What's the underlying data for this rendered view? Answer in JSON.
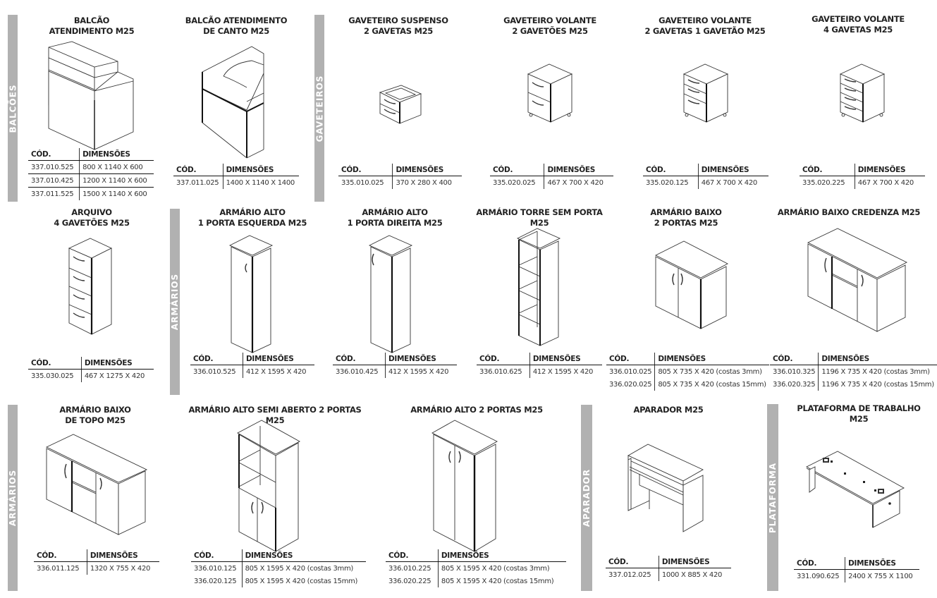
{
  "sections": [
    {
      "label": "BALCÕES"
    },
    {
      "label": "GAVETEIROS"
    },
    {
      "label": "ARMÁRIOS"
    },
    {
      "label": "ARMÁRIOS"
    },
    {
      "label": "APARADOR"
    },
    {
      "label": "PLATAFORMA"
    }
  ],
  "table_headers": {
    "code": "CÓD.",
    "dimensions": "DIMENSÕES"
  },
  "products": [
    {
      "title_l1": "BALCÃO",
      "title_l2": "ATENDIMENTO M25",
      "icon": "reception-counter-icon",
      "rows": [
        {
          "code": "337.010.525",
          "dim": "800 X 1140 X 600"
        },
        {
          "code": "337.010.425",
          "dim": "1200 X 1140 X 600"
        },
        {
          "code": "337.011.525",
          "dim": "1500 X 1140 X 600"
        }
      ]
    },
    {
      "title_l1": "BALCÃO ATENDIMENTO",
      "title_l2": "DE CANTO M25",
      "icon": "corner-reception-counter-icon",
      "rows": [
        {
          "code": "337.011.025",
          "dim": "1400 X 1140 X 1400"
        }
      ]
    },
    {
      "title_l1": "GAVETEIRO SUSPENSO",
      "title_l2": "2 GAVETAS M25",
      "icon": "suspended-drawer-unit-icon",
      "rows": [
        {
          "code": "335.010.025",
          "dim": "370 X 280 X 400"
        }
      ]
    },
    {
      "title_l1": "GAVETEIRO VOLANTE",
      "title_l2": "2 GAVETÕES M25",
      "icon": "mobile-pedestal-2-drawers-icon",
      "rows": [
        {
          "code": "335.020.025",
          "dim": "467 X 700 X 420"
        }
      ]
    },
    {
      "title_l1": "GAVETEIRO VOLANTE",
      "title_l2": "2 GAVETAS 1 GAVETÃO M25",
      "icon": "mobile-pedestal-3-drawers-icon",
      "rows": [
        {
          "code": "335.020.125",
          "dim": "467 X 700 X 420"
        }
      ]
    },
    {
      "title_l1": "GAVETEIRO VOLANTE",
      "title_l2": "4 GAVETAS M25",
      "icon": "mobile-pedestal-4-drawers-icon",
      "rows": [
        {
          "code": "335.020.225",
          "dim": "467 X 700 X 420"
        }
      ]
    },
    {
      "title_l1": "ARQUIVO",
      "title_l2": "4 GAVETÕES M25",
      "icon": "filing-cabinet-icon",
      "rows": [
        {
          "code": "335.030.025",
          "dim": "467 X 1275 X 420"
        }
      ]
    },
    {
      "title_l1": "ARMÁRIO ALTO",
      "title_l2": "1 PORTA ESQUERDA M25",
      "icon": "tall-cabinet-left-door-icon",
      "rows": [
        {
          "code": "336.010.525",
          "dim": "412 X 1595 X 420"
        }
      ]
    },
    {
      "title_l1": "ARMÁRIO ALTO",
      "title_l2": "1 PORTA DIREITA M25",
      "icon": "tall-cabinet-right-door-icon",
      "rows": [
        {
          "code": "336.010.425",
          "dim": "412 X 1595 X 420"
        }
      ]
    },
    {
      "title_l1": "ARMÁRIO TORRE SEM PORTA M25",
      "title_l2": "",
      "icon": "open-tower-shelf-icon",
      "rows": [
        {
          "code": "336.010.625",
          "dim": "412 X 1595 X 420"
        }
      ]
    },
    {
      "title_l1": "ARMÁRIO BAIXO",
      "title_l2": "2 PORTAS M25",
      "icon": "low-cabinet-2-doors-icon",
      "rows": [
        {
          "code": "336.010.025",
          "dim": "805 X 735 X 420 (costas 3mm)"
        },
        {
          "code": "336.020.025",
          "dim": "805 X 735 X 420 (costas 15mm)"
        }
      ]
    },
    {
      "title_l1": "ARMÁRIO BAIXO CREDENZA M25",
      "title_l2": "",
      "icon": "credenza-cabinet-icon",
      "rows": [
        {
          "code": "336.010.325",
          "dim": "1196 X 735 X 420 (costas 3mm)"
        },
        {
          "code": "336.020.325",
          "dim": "1196 X 735 X 420 (costas 15mm)"
        }
      ]
    },
    {
      "title_l1": "ARMÁRIO BAIXO",
      "title_l2": "DE TOPO M25",
      "icon": "low-end-cabinet-icon",
      "rows": [
        {
          "code": "336.011.125",
          "dim": "1320 X 755 X 420"
        }
      ]
    },
    {
      "title_l1": "ARMÁRIO ALTO SEMI ABERTO 2 PORTAS M25",
      "title_l2": "",
      "icon": "tall-semi-open-cabinet-icon",
      "rows": [
        {
          "code": "336.010.125",
          "dim": "805 X 1595 X 420 (costas 3mm)"
        },
        {
          "code": "336.020.125",
          "dim": "805 X 1595 X 420 (costas 15mm)"
        }
      ]
    },
    {
      "title_l1": "ARMÁRIO ALTO 2 PORTAS M25",
      "title_l2": "",
      "icon": "tall-cabinet-2-doors-icon",
      "rows": [
        {
          "code": "336.010.225",
          "dim": "805 X 1595 X 420 (costas 3mm)"
        },
        {
          "code": "336.020.225",
          "dim": "805 X 1595 X 420 (costas 15mm)"
        }
      ]
    },
    {
      "title_l1": "APARADOR M25",
      "title_l2": "",
      "icon": "sideboard-table-icon",
      "rows": [
        {
          "code": "337.012.025",
          "dim": "1000 X 885 X 420"
        }
      ]
    },
    {
      "title_l1": "PLATAFORMA DE TRABALHO M25",
      "title_l2": "",
      "icon": "work-platform-desk-icon",
      "rows": [
        {
          "code": "331.090.625",
          "dim": "2400 X 755 X 1100"
        }
      ]
    }
  ]
}
